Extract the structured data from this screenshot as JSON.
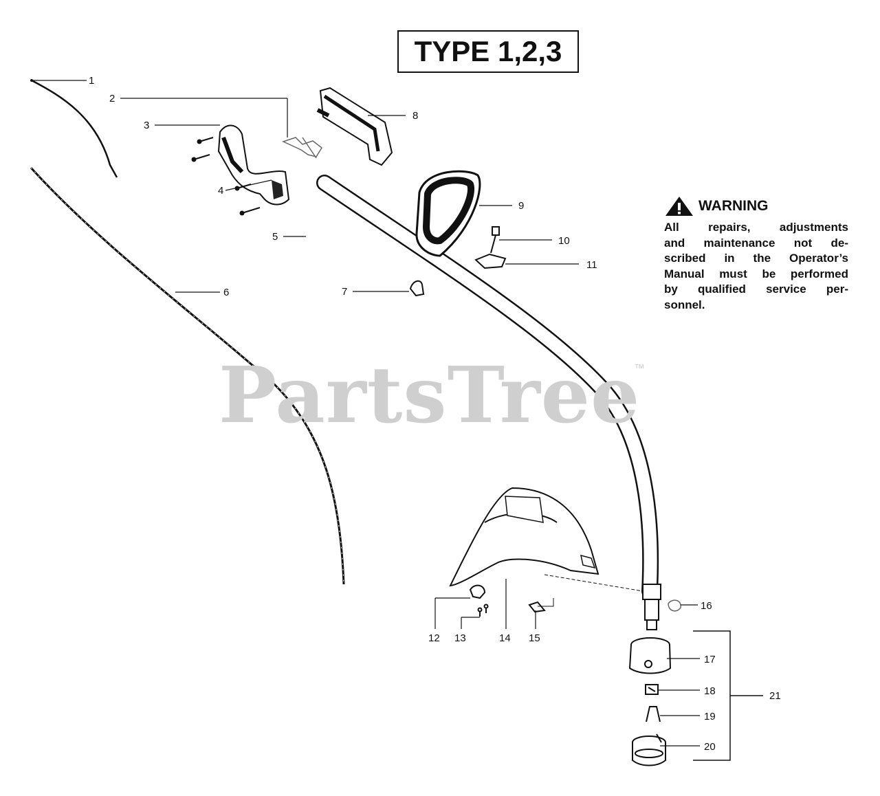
{
  "type_label": "TYPE 1,2,3",
  "warning": {
    "heading": "WARNING",
    "lines": [
      "All repairs, adjustments",
      "and maintenance not de-",
      "scribed in the Operator’s",
      "Manual must be performed",
      "by qualified service per-",
      "sonnel."
    ]
  },
  "watermark": {
    "text": "PartsTree",
    "trademark": "™"
  },
  "callouts": [
    "1",
    "2",
    "3",
    "4",
    "5",
    "6",
    "7",
    "8",
    "9",
    "10",
    "11",
    "12",
    "13",
    "14",
    "15",
    "16",
    "17",
    "18",
    "19",
    "20",
    "21"
  ]
}
